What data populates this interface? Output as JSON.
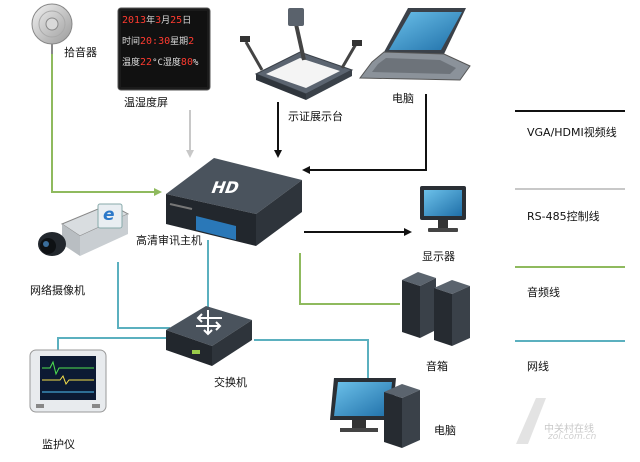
{
  "devices": {
    "pickup": "拾音器",
    "thermo_display": "温湿度屏",
    "thermo_year": "2013",
    "thermo_year_unit": "年",
    "thermo_month": "3",
    "thermo_month_unit": "月",
    "thermo_day": "25",
    "thermo_day_unit": "日",
    "thermo_time_label": "时间",
    "thermo_time": "20:30",
    "thermo_week_label": "星期",
    "thermo_week": "2",
    "thermo_temp_label": "温度",
    "thermo_temp": "22",
    "thermo_temp_unit": "°C",
    "thermo_hum_label": "湿度",
    "thermo_hum": "80",
    "thermo_hum_unit": "%",
    "visualizer": "示证展示台",
    "laptop": "电脑",
    "host": "高清审讯主机",
    "host_badge": "HD",
    "monitor": "显示器",
    "camera": "网络摄像机",
    "camera_badge": "e",
    "speakers": "音箱",
    "switch": "交换机",
    "patient_monitor": "监护仪",
    "desktop": "电脑"
  },
  "legend": {
    "video": "VGA/HDMI视频线",
    "rs485": "RS-485控制线",
    "audio": "音频线",
    "network": "网线"
  },
  "colors": {
    "video": "#111111",
    "rs485": "#c8c8c8",
    "audio": "#8fba5e",
    "network": "#5bb0bf",
    "device_dark": "#333b44",
    "screen_blue": "#2f7fbf"
  },
  "watermark": {
    "brand": "中关村在线",
    "site": "zol.com.cn"
  }
}
